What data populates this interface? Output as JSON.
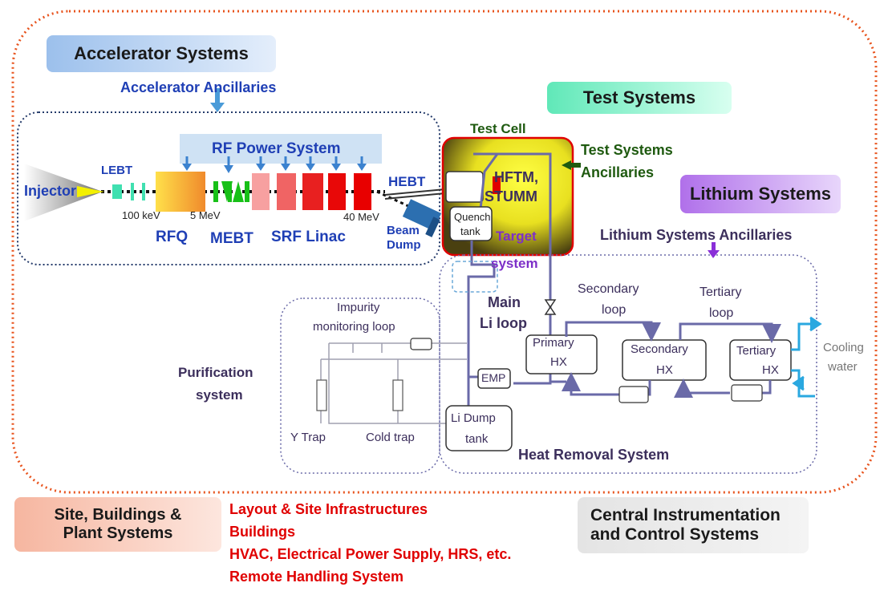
{
  "colors": {
    "outer_border": "#e8541e",
    "accelerator_blue": "#1f3fb5",
    "dark_green": "#1f5a10",
    "lithium_purple": "#7d2fc8",
    "loop_purple": "#3c2f5c",
    "red_text": "#e00000",
    "pipe": "#6a6aa8",
    "cooling_blue": "#2aa8e0"
  },
  "sections": {
    "accelerator": {
      "banner": "Accelerator Systems",
      "ancillaries": "Accelerator Ancillaries",
      "rf_power": "RF Power System",
      "injector": "Injector",
      "lebt": "LEBT",
      "energy_100kev": "100 keV",
      "energy_5mev": "5 MeV",
      "energy_40mev": "40 MeV",
      "rfq": "RFQ",
      "mebt": "MEBT",
      "srf_linac": "SRF Linac",
      "hebt": "HEBT",
      "beam_dump_1": "Beam",
      "beam_dump_2": "Dump"
    },
    "test": {
      "banner": "Test Systems",
      "test_cell": "Test Cell",
      "ancillaries_1": "Test Systems",
      "ancillaries_2": "Ancillaries",
      "hftm_1": "HFTM,",
      "hftm_2": "STUMM",
      "quench_1": "Quench",
      "quench_2": "tank",
      "target_1": "Target",
      "target_2": "system"
    },
    "lithium": {
      "banner": "Lithium Systems",
      "ancillaries": "Lithium Systems Ancillaries",
      "main_loop_1": "Main",
      "main_loop_2": "Li loop",
      "secondary_loop_1": "Secondary",
      "secondary_loop_2": "loop",
      "tertiary_loop_1": "Tertiary",
      "tertiary_loop_2": "loop",
      "primary_hx_1": "Primary",
      "primary_hx_2": "HX",
      "secondary_hx_1": "Secondary",
      "secondary_hx_2": "HX",
      "tertiary_hx_1": "Tertiary",
      "tertiary_hx_2": "HX",
      "cooling_1": "Cooling",
      "cooling_2": "water",
      "emp": "EMP",
      "li_dump_1": "Li Dump",
      "li_dump_2": "tank",
      "heat_removal": "Heat Removal System",
      "impurity_1": "Impurity",
      "impurity_2": "monitoring loop",
      "purification_1": "Purification",
      "purification_2": "system",
      "y_trap": "Y Trap",
      "cold_trap": "Cold trap"
    },
    "site": {
      "banner_1": "Site, Buildings &",
      "banner_2": "Plant Systems",
      "items": [
        "Layout & Site Infrastructures",
        "Buildings",
        "HVAC, Electrical Power Supply, HRS, etc.",
        "Remote Handling System"
      ]
    },
    "central": {
      "banner_1": "Central Instrumentation",
      "banner_2": "and Control Systems"
    }
  }
}
